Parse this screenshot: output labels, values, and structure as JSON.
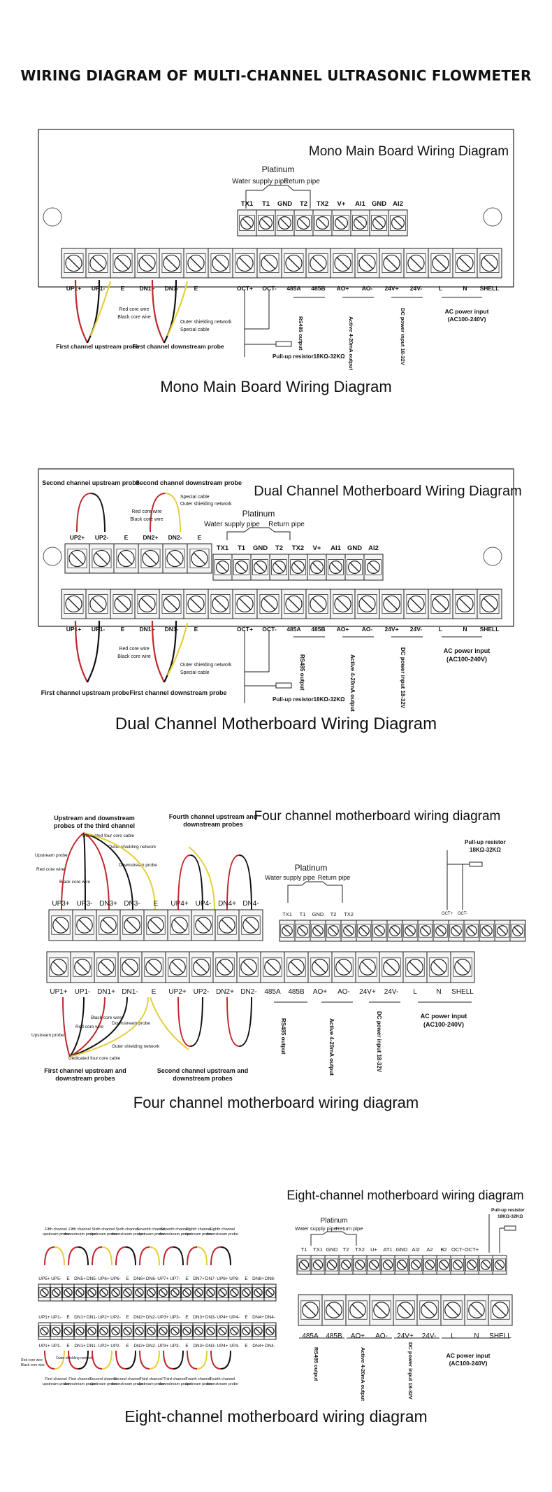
{
  "title": "WIRING DIAGRAM OF MULTI-CHANNEL ULTRASONIC FLOWMETER",
  "common": {
    "main_terminals": [
      "UP1+",
      "UP1-",
      "E",
      "DN1+",
      "DN1-",
      "E",
      "",
      "OCT+",
      "OCT-",
      "485A",
      "485B",
      "AO+",
      "AO-",
      "24V+",
      "24V-",
      "L",
      "N",
      "SHELL"
    ],
    "platinum": "Platinum",
    "water_supply_pipe": "Water supply pipe",
    "return_pipe": "Return pipe",
    "rs485": "RS485 output",
    "active_420": "Active 4-20mA output",
    "dc_power": "DC power input 18-32V",
    "ac_power": "AC power input (AC100-240V)",
    "pullup": "Pull-up resistor18KΩ-32KΩ",
    "pullup2": "Pull-up resistor 18KΩ-32KΩ",
    "red_core": "Red core wire",
    "black_core": "Black core wire",
    "outer_shield": "Outer shielding network",
    "special_cable": "Special cable",
    "first_up": "First channel upstream probe",
    "first_down": "First channel downstream probe"
  },
  "mono": {
    "heading": "Mono Main Board Wiring Diagram",
    "caption": "Mono Main Board Wiring Diagram",
    "top_terminals": [
      "TX1",
      "T1",
      "GND",
      "T2",
      "TX2",
      "V+",
      "AI1",
      "GND",
      "AI2"
    ]
  },
  "dual": {
    "heading": "Dual Channel Motherboard Wiring Diagram",
    "caption": "Dual Channel Motherboard Wiring Diagram",
    "ch2_terminals": [
      "UP2+",
      "UP2-",
      "E",
      "DN2+",
      "DN2-",
      "E"
    ],
    "second_up": "Second channel upstream probe",
    "second_down": "Second channel downstream probe",
    "top_terminals": [
      "TX1",
      "T1",
      "GND",
      "T2",
      "TX2",
      "V+",
      "AI1",
      "GND",
      "AI2"
    ]
  },
  "four": {
    "heading": "Four channel motherboard wiring diagram",
    "caption": "Four channel motherboard wiring diagram",
    "upper_terminals": [
      "UP3+",
      "UP3-",
      "DN3+",
      "DN3-",
      "E",
      "UP4+",
      "UP4-",
      "DN4+",
      "DN4-"
    ],
    "platinum_terminals": [
      "TX1",
      "T1",
      "GND",
      "T2",
      "TX2"
    ],
    "oct_small": [
      "OCT+",
      "OCT-"
    ],
    "lower_terminals": [
      "UP1+",
      "UP1-",
      "DN1+",
      "DN1-",
      "E",
      "UP2+",
      "UP2-",
      "DN2+",
      "DN2-",
      "485A",
      "485B",
      "AO+",
      "AO-",
      "24V+",
      "24V-",
      "L",
      "N",
      "SHELL"
    ],
    "third_probes": "Upstream and downstream probes of the third channel",
    "fourth_probes": "Fourth channel upstream and downstream probes",
    "first_probes": "First channel upstream and downstream probes",
    "second_probes": "Second channel upstream and downstream probes",
    "dedicated_cable": "Dedicated four core cable",
    "upstream_probe": "Upstream probe",
    "downstream_probe": "Downstream probe"
  },
  "eight": {
    "heading": "Eight-channel motherboard wiring diagram",
    "caption": "Eight-channel motherboard wiring diagram",
    "upper_terminals": [
      "UP5+",
      "UP5-",
      "E",
      "DN5+",
      "DN5-",
      "UP6+",
      "UP6-",
      "E",
      "DN6+",
      "DN6-",
      "UP7+",
      "UP7-",
      "E",
      "DN7+",
      "DN7-",
      "UP8+",
      "UP8-",
      "E",
      "DN8+",
      "DN8-"
    ],
    "lower_terminals": [
      "UP1+",
      "UP1-",
      "E",
      "DN1+",
      "DN1-",
      "UP2+",
      "UP2-",
      "E",
      "DN2+",
      "DN2-",
      "UP3+",
      "UP3-",
      "E",
      "DN3+",
      "DN3-",
      "UP4+",
      "UP4-",
      "E",
      "DN4+",
      "DN4-"
    ],
    "right_top_terminals": [
      "T1",
      "TX1",
      "GND",
      "T2",
      "TX2",
      "U+",
      "AT1",
      "GND",
      "AI2",
      "A2",
      "B2",
      "OCT-",
      "OCT+"
    ],
    "right_main_terminals": [
      "485A",
      "485B",
      "AO+",
      "AO-",
      "24V+",
      "24V-",
      "L",
      "N",
      "SHELL"
    ],
    "upper_probe_labels": [
      "Fifth channel upstream probe",
      "Fifth channel downstream probe",
      "Sixth channel upstream probe",
      "Sixth channel downstream probe",
      "Seventh channel upstream probe",
      "Seventh channel downstream probe",
      "Eighth channel upstream probe",
      "Eighth channel downstream probe"
    ],
    "lower_probe_labels": [
      "First channel upstream probe",
      "First channel downstream probe",
      "Second channel upstream probe",
      "Second channel downstream probe",
      "Third channel upstream probe",
      "Third channel downstream probe",
      "Fourth channel upstream probe",
      "Fourth channel downstream probe"
    ],
    "pullup_top": "Pull-up resistor 18KΩ-32KΩ"
  }
}
